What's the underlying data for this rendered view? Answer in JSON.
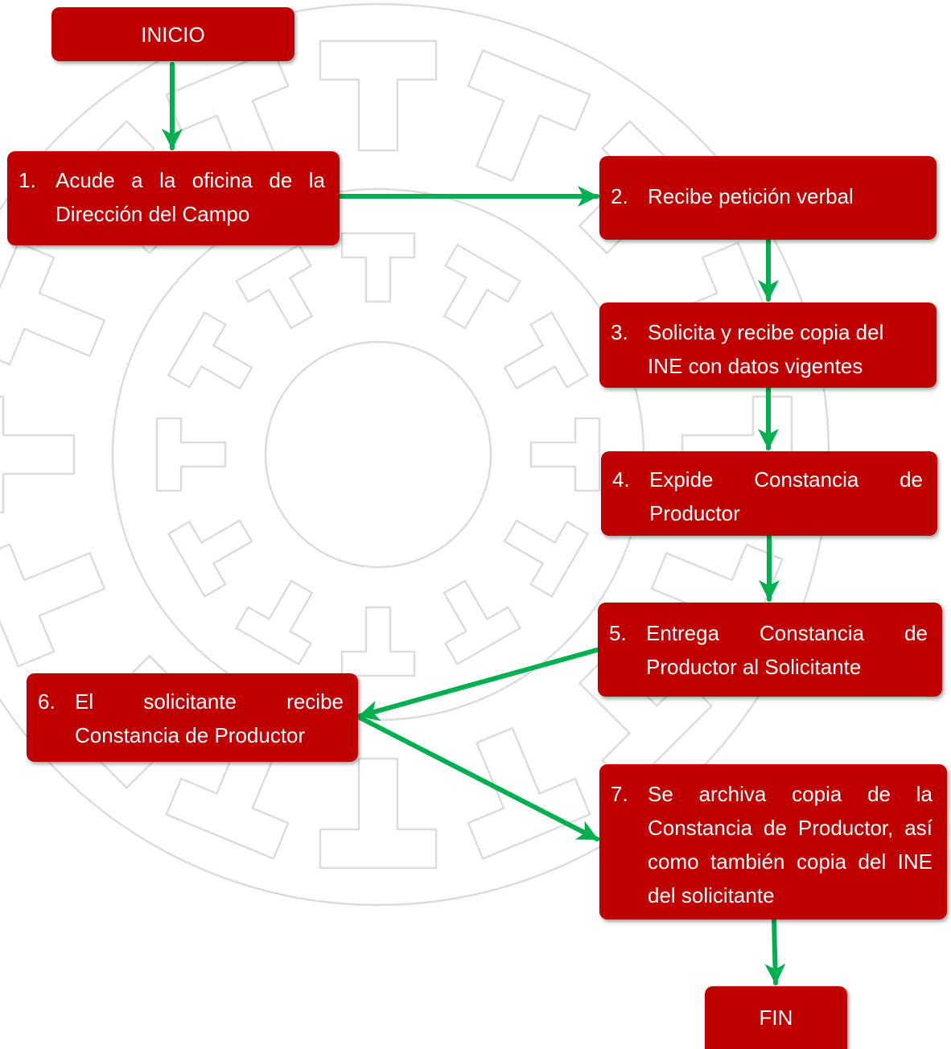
{
  "colors": {
    "box_fill": "#c00000",
    "arrow": "#00b050",
    "text": "#ffffff",
    "watermark": "#d9d9d9"
  },
  "flow": {
    "start": "INICIO",
    "end": "FIN",
    "steps": [
      {
        "num": "1.",
        "text": "Acude a la oficina de la Dirección del Campo"
      },
      {
        "num": "2.",
        "text": "Recibe petición verbal"
      },
      {
        "num": "3.",
        "text": "Solicita y recibe copia del INE con datos vigentes"
      },
      {
        "num": "4.",
        "text": "Expide Constancia de Productor"
      },
      {
        "num": "5.",
        "text": "Entrega Constancia de Productor al Solicitante"
      },
      {
        "num": "6.",
        "text": "El solicitante recibe Constancia de Productor"
      },
      {
        "num": "7.",
        "text": "Se archiva copia de la Constancia de Productor, así como también copia del INE del solicitante"
      }
    ]
  }
}
